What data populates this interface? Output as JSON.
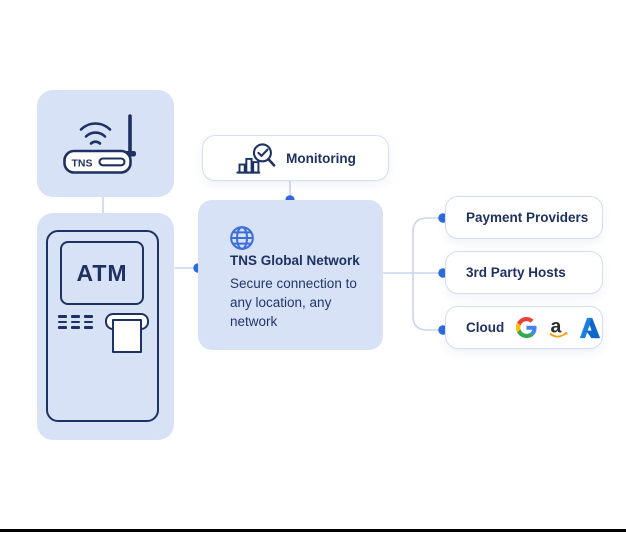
{
  "diagram": {
    "router": {
      "label": "TNS",
      "icon": "wifi-router-icon"
    },
    "atm": {
      "label": "ATM",
      "icon": "atm-machine-icon"
    },
    "monitoring": {
      "label": "Monitoring",
      "icon": "chart-magnifier-check-icon"
    },
    "network": {
      "title": "TNS Global Network",
      "description": "Secure connection to any location, any network",
      "icon": "globe-icon"
    },
    "endpoints": [
      {
        "label": "Payment Providers"
      },
      {
        "label": "3rd Party Hosts"
      },
      {
        "label": "Cloud",
        "logos": [
          "google-logo",
          "amazon-logo",
          "azure-logo"
        ]
      }
    ],
    "colors": {
      "panel_fill": "#d8e2f7",
      "navy": "#1e3163",
      "dot_blue": "#2e6be0",
      "connector": "#c9d5ee",
      "globe_blue": "#3e6fd9",
      "google_blue": "#4285F4",
      "google_red": "#EA4335",
      "google_yellow": "#FBBC05",
      "google_green": "#34A853",
      "amazon_orange": "#ff9900",
      "azure_blue": "#0f66cc",
      "bottom_rule": "#000000"
    }
  }
}
